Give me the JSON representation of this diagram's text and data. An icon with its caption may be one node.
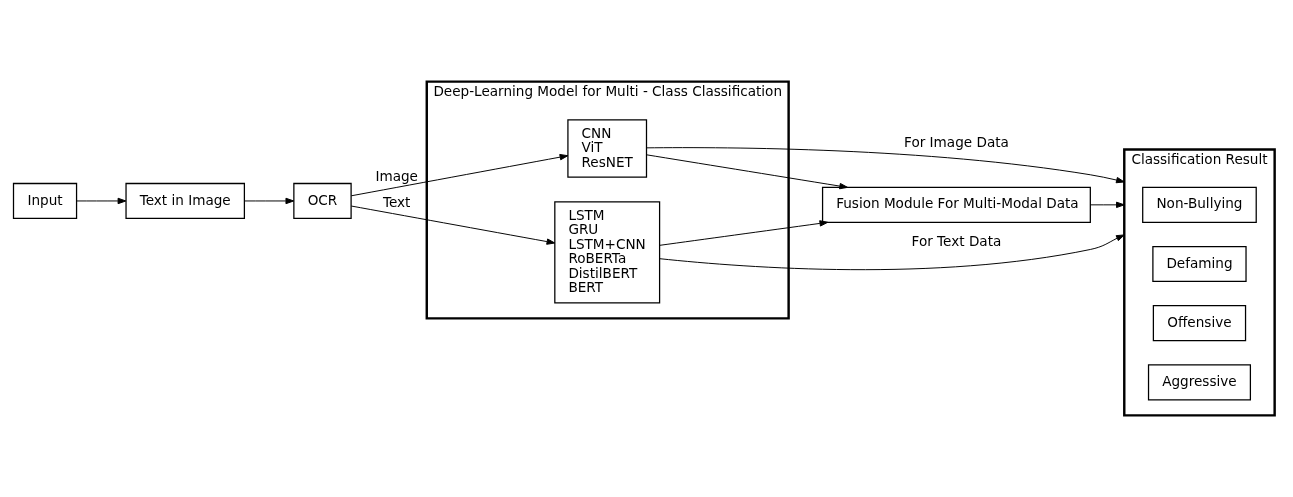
{
  "diagram": {
    "nodes": [
      {
        "text": [
          "Input"
        ]
      },
      {
        "text": [
          "Text in Image"
        ]
      },
      {
        "text": [
          "OCR"
        ]
      },
      {
        "text": [
          "Deep-Learning Model for Multi - Class Classification"
        ]
      },
      {
        "text": [
          "CNN",
          "ViT",
          "ResNET"
        ],
        "in": 3
      },
      {
        "text": [
          "LSTM",
          "GRU",
          "LSTM+CNN",
          "RoBERTa",
          "DistilBERT",
          "BERT"
        ],
        "in": 3
      },
      {
        "text": [
          "Fusion Module For Multi-Modal Data"
        ]
      },
      {
        "text": [
          "Classification Result"
        ]
      },
      {
        "text": [
          "Non-Bullying"
        ],
        "in": 7
      },
      {
        "text": [
          "Defaming"
        ],
        "in": 7
      },
      {
        "text": [
          "Offensive"
        ],
        "in": 7
      },
      {
        "text": [
          "Aggressive"
        ],
        "in": 7
      }
    ],
    "edges": [
      {
        "from": 0,
        "to": 1,
        "arrow": "to"
      },
      {
        "from": 1,
        "to": 2,
        "arrow": "to"
      },
      {
        "from": 2,
        "to": 4,
        "arrow": "to",
        "label": "Image"
      },
      {
        "from": 2,
        "to": 5,
        "arrow": "to",
        "label": "Text"
      },
      {
        "from": 4,
        "to": 6,
        "arrow": "to"
      },
      {
        "from": 5,
        "to": 6,
        "arrow": "to"
      },
      {
        "from": 4,
        "to": 7,
        "arrow": "to",
        "label": "For Image Data"
      },
      {
        "from": 6,
        "to": 7,
        "arrow": "to"
      },
      {
        "from": 5,
        "to": 7,
        "arrow": "to",
        "label": "For Text Data"
      }
    ]
  }
}
